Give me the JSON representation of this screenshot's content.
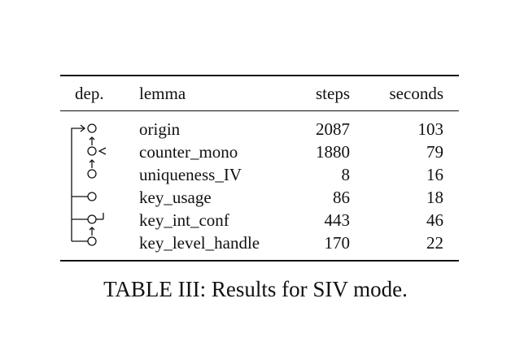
{
  "table": {
    "headers": {
      "dep": "dep.",
      "lemma": "lemma",
      "steps": "steps",
      "seconds": "seconds"
    },
    "rows": [
      {
        "lemma": "origin",
        "steps": "2087",
        "seconds": "103"
      },
      {
        "lemma": "counter_mono",
        "steps": "1880",
        "seconds": "79"
      },
      {
        "lemma": "uniqueness_IV",
        "steps": "8",
        "seconds": "16"
      },
      {
        "lemma": "key_usage",
        "steps": "86",
        "seconds": "18"
      },
      {
        "lemma": "key_int_conf",
        "steps": "443",
        "seconds": "46"
      },
      {
        "lemma": "key_level_handle",
        "steps": "170",
        "seconds": "22"
      }
    ]
  },
  "caption": "TABLE III: Results for SIV mode."
}
